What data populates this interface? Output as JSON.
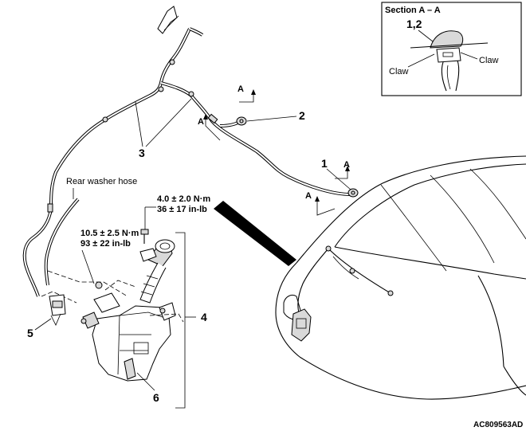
{
  "section_title": "Section A – A",
  "section_part_numbers": "1,2",
  "section_claw_left": "Claw",
  "section_claw_right": "Claw",
  "callouts": {
    "c1": "1",
    "c2": "2",
    "c3": "3",
    "c4": "4",
    "c5": "5",
    "c6": "6"
  },
  "section_marks": {
    "a1": "A",
    "a2": "A",
    "a3": "A",
    "a4": "A"
  },
  "rear_washer_hose": "Rear washer hose",
  "torque_upper": {
    "metric": "4.0 ± 2.0 N·m",
    "imperial": "36 ± 17 in-lb"
  },
  "torque_lower": {
    "metric": "10.5 ± 2.5 N·m",
    "imperial": "93 ± 22 in-lb"
  },
  "figure_code": "AC809563AD"
}
